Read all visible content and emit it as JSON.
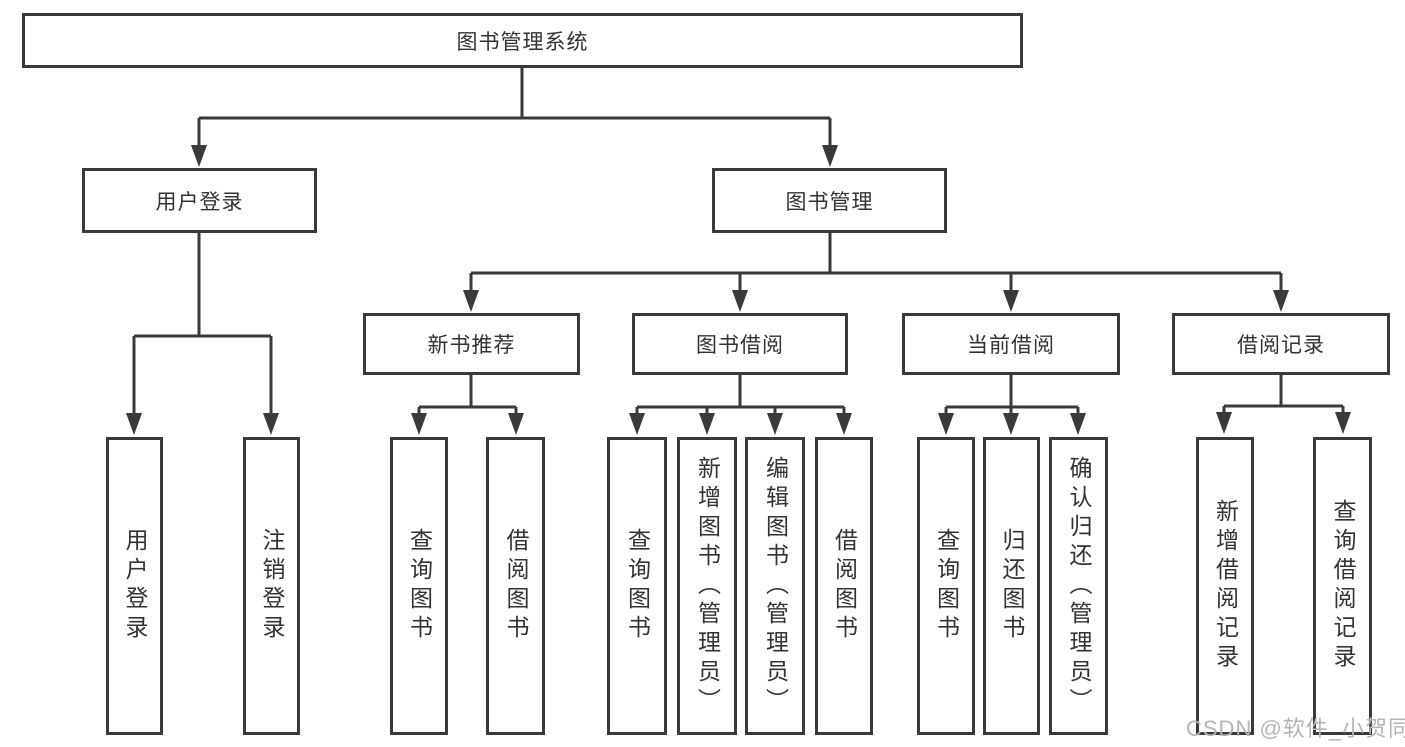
{
  "diagram": {
    "root": {
      "label": "图书管理系统"
    },
    "level2": [
      {
        "label": "用户登录"
      },
      {
        "label": "图书管理"
      }
    ],
    "level3": [
      {
        "label": "新书推荐"
      },
      {
        "label": "图书借阅"
      },
      {
        "label": "当前借阅"
      },
      {
        "label": "借阅记录"
      }
    ],
    "leaves": {
      "user_login": [
        {
          "label": "用户登录"
        },
        {
          "label": "注销登录"
        }
      ],
      "new_book": [
        {
          "label": "查询图书"
        },
        {
          "label": "借阅图书"
        }
      ],
      "book_borrow": [
        {
          "label": "查询图书"
        },
        {
          "label": "新增图书（管理员）"
        },
        {
          "label": "编辑图书（管理员）"
        },
        {
          "label": "借阅图书"
        }
      ],
      "current_borrow": [
        {
          "label": "查询图书"
        },
        {
          "label": "归还图书"
        },
        {
          "label": "确认归还（管理员）"
        }
      ],
      "borrow_records": [
        {
          "label": "新增借阅记录"
        },
        {
          "label": "查询借阅记录"
        }
      ]
    },
    "watermark": "CSDN @软件_小贺同学",
    "colors": {
      "line": "#3a3a3a",
      "text": "#333333",
      "background": "#ffffff",
      "watermark": "#b5b5b5"
    }
  }
}
